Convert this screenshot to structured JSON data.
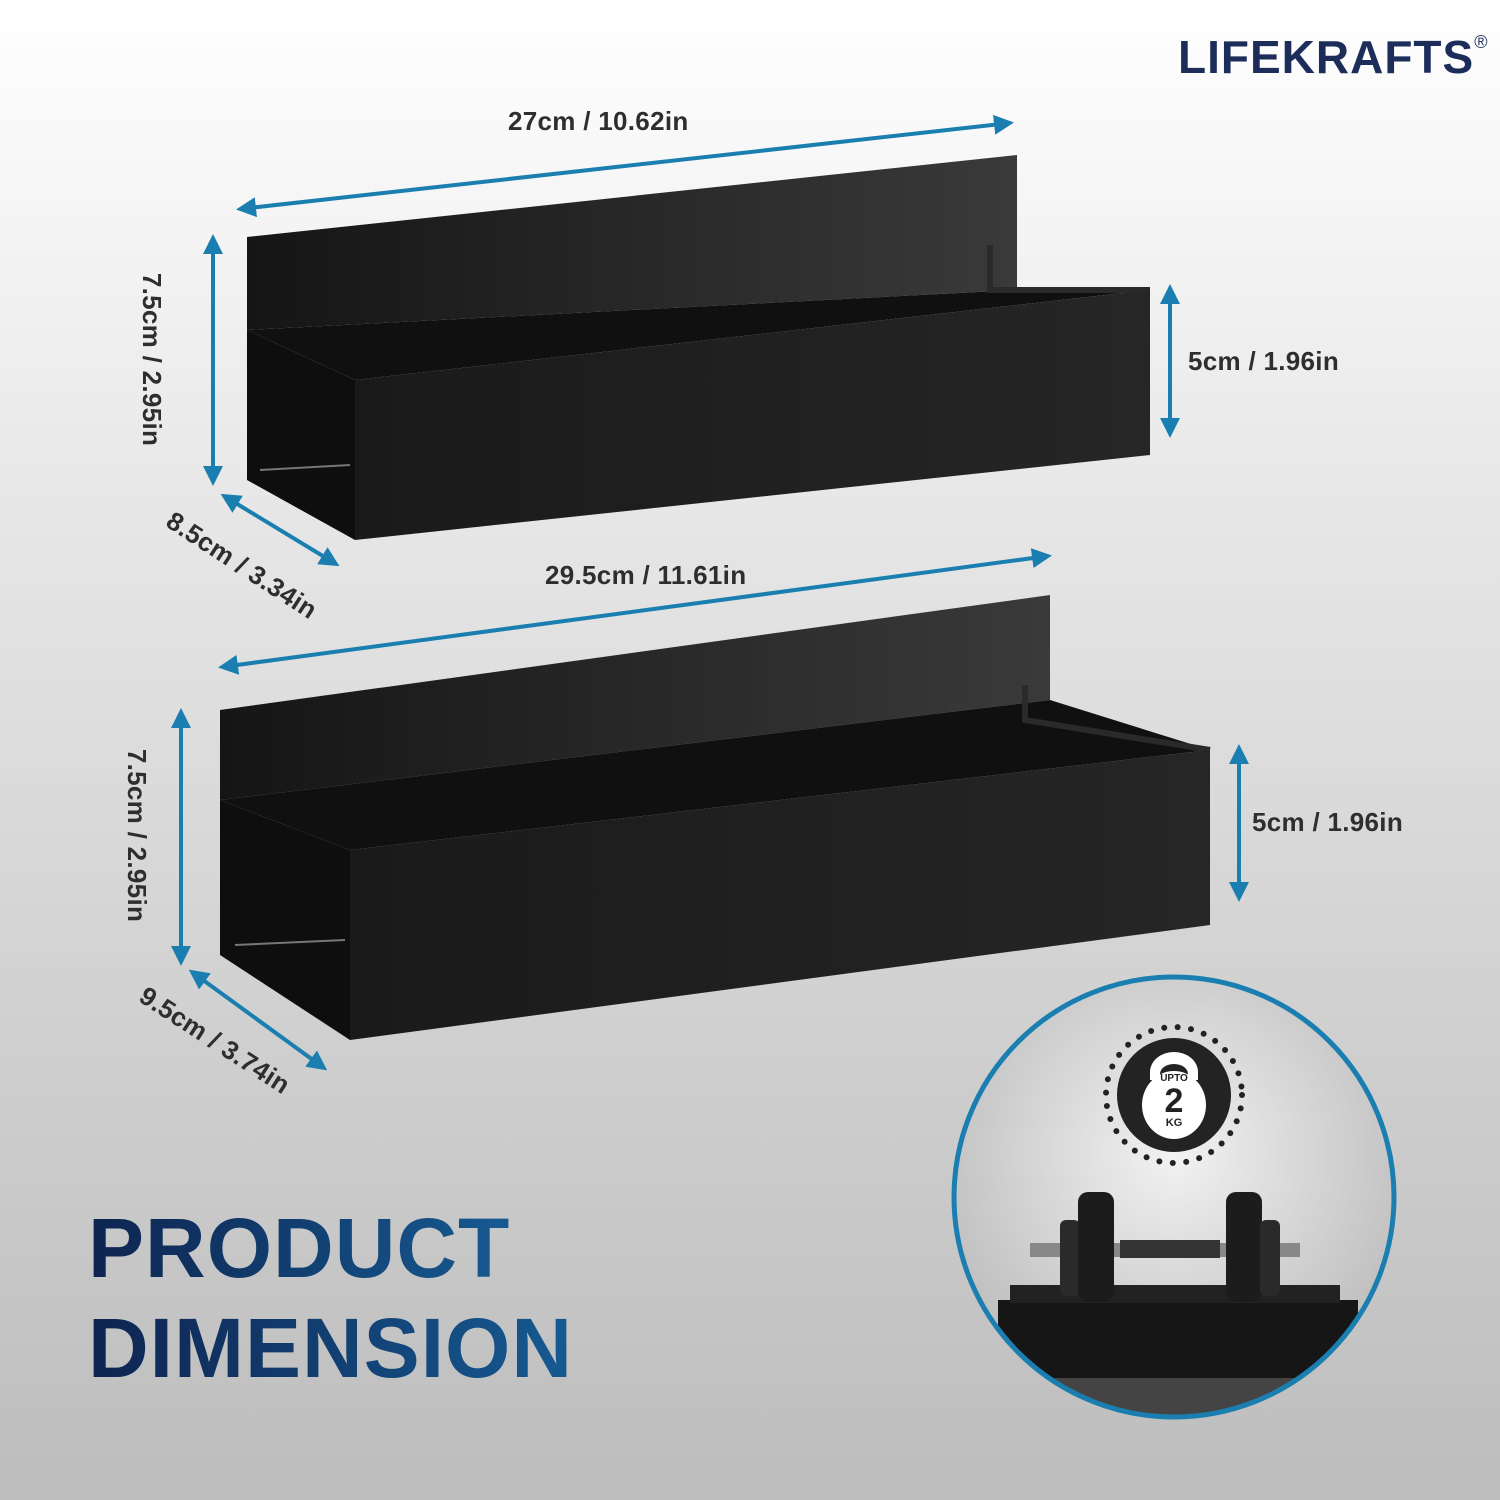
{
  "brand": {
    "name": "LifeKrafts",
    "display": "LIFEKRAFTS",
    "registered": "®"
  },
  "shelves": [
    {
      "width_label": "27cm / 10.62in",
      "height_label": "7.5cm / 2.95in",
      "depth_label": "8.5cm / 3.34in",
      "lip_label": "5cm / 1.96in"
    },
    {
      "width_label": "29.5cm / 11.61in",
      "height_label": "7.5cm / 2.95in",
      "depth_label": "9.5cm / 3.74in",
      "lip_label": "5cm / 1.96in"
    }
  ],
  "headline": {
    "line1": "PRODUCT",
    "line2": "DIMENSION"
  },
  "badge": {
    "top": "UPTO",
    "number": "2",
    "unit": "KG"
  },
  "colors": {
    "accent": "#1a7fb0",
    "navy": "#1c2d5a",
    "shelf": "#1e1e1e"
  }
}
